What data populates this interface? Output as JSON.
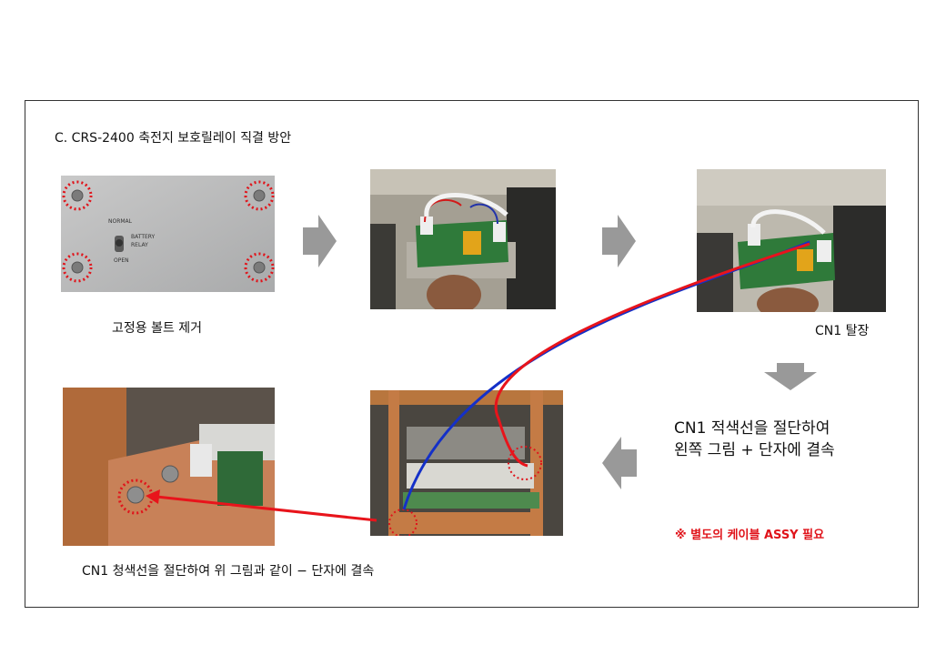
{
  "title": "C. CRS-2400 축전지 보호릴레이 직결 방안",
  "captions": {
    "step1": "고정용 볼트 제거",
    "step3": "CN1 탈장",
    "step4_line1": "CN1 적색선을 절단하여",
    "step4_line2": "왼쪽 그림 + 단자에 결속",
    "note": "※ 별도의 케이블 ASSY 필요",
    "step6": "CN1 청색선을 절단하여 위 그림과 같이 − 단자에 결속"
  },
  "panel_labels": {
    "normal": "NORMAL",
    "battery": "BATTERY",
    "relay": "RELAY",
    "open": "OPEN"
  },
  "colors": {
    "red_wire": "#e8141b",
    "blue_wire": "#1430c8",
    "arrow_gray": "#999999",
    "marker_red": "#e0141b"
  }
}
